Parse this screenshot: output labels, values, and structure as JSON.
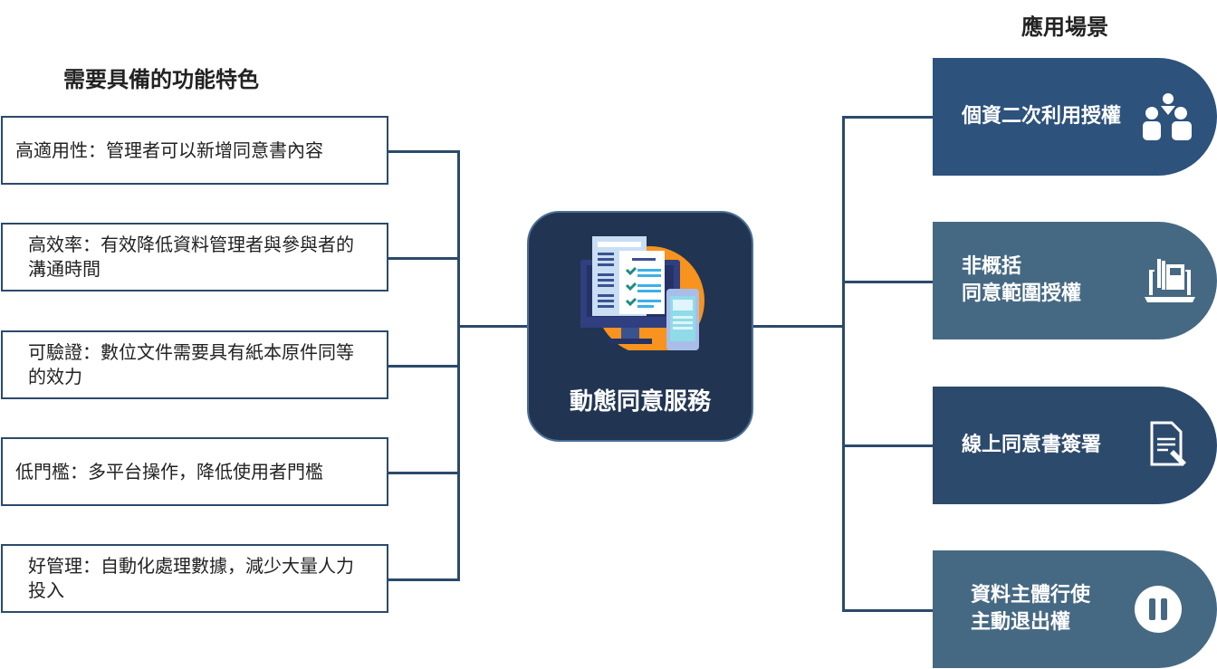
{
  "left_heading": "需要具備的功能特色",
  "right_heading": "應用場景",
  "center": {
    "title": "動態同意服務",
    "icon": "computer-document-phone-icon"
  },
  "features": [
    "高適用性：管理者可以新增同意書內容",
    "高效率：有效降低資料管理者與參與者的溝通時間",
    "可驗證：數位文件需要具有紙本原件同等的效力",
    "低門檻：多平台操作，降低使用者門檻",
    "好管理：自動化處理數據，減少大量人力投入"
  ],
  "scenarios": [
    {
      "lines": [
        "個資二次利用授權"
      ],
      "icon": "group-users-icon",
      "color": "#2d527c"
    },
    {
      "lines": [
        "非概括",
        "同意範圍授權"
      ],
      "icon": "laptop-books-icon",
      "color": "#466983"
    },
    {
      "lines": [
        "線上同意書簽署"
      ],
      "icon": "document-sign-icon",
      "color": "#2c4a6c"
    },
    {
      "lines": [
        "資料主體行使",
        "主動退出權"
      ],
      "icon": "pause-icon",
      "color": "#466983"
    }
  ]
}
